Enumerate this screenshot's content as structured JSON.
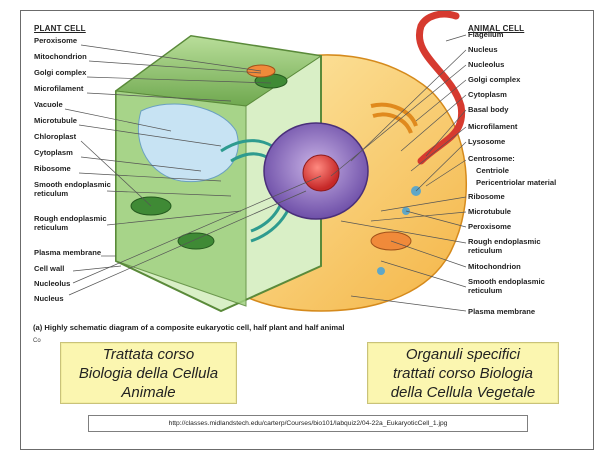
{
  "plant": {
    "header": "PLANT CELL",
    "labels": [
      "Peroxisome",
      "Mitochondrion",
      "Golgi complex",
      "Microfilament",
      "Vacuole",
      "Microtubule",
      "Chloroplast",
      "Cytoplasm",
      "Ribosome",
      "Smooth endoplasmic\nreticulum",
      "Rough endoplasmic\nreticulum",
      "Plasma membrane",
      "Cell wall",
      "Nucleolus",
      "Nucleus"
    ]
  },
  "animal": {
    "header": "ANIMAL CELL",
    "labels": [
      "Flagellum",
      "Nucleus",
      "Nucleolus",
      "Golgi complex",
      "Cytoplasm",
      "Basal body",
      "Microfilament",
      "Lysosome",
      "Centrosome:",
      "Centriole",
      "Pericentriolar material",
      "Ribosome",
      "Microtubule",
      "Peroxisome",
      "Rough endoplasmic\nreticulum",
      "Mitochondrion",
      "Smooth endoplasmic\nreticulum",
      "Plasma membrane"
    ]
  },
  "caption": "(a) Highly schematic diagram of a composite eukaryotic cell, half plant and half animal",
  "caption_cut": "Co",
  "note_left": "Trattata corso\nBiologia della Cellula\nAnimale",
  "note_right": "Organuli specifici\ntrattati corso Biologia\ndella Cellula Vegetale",
  "source_url": "http://classes.midlandstech.edu/carterp/Courses/bio101/labquiz2/04-22a_EukaryoticCell_1.jpg"
}
